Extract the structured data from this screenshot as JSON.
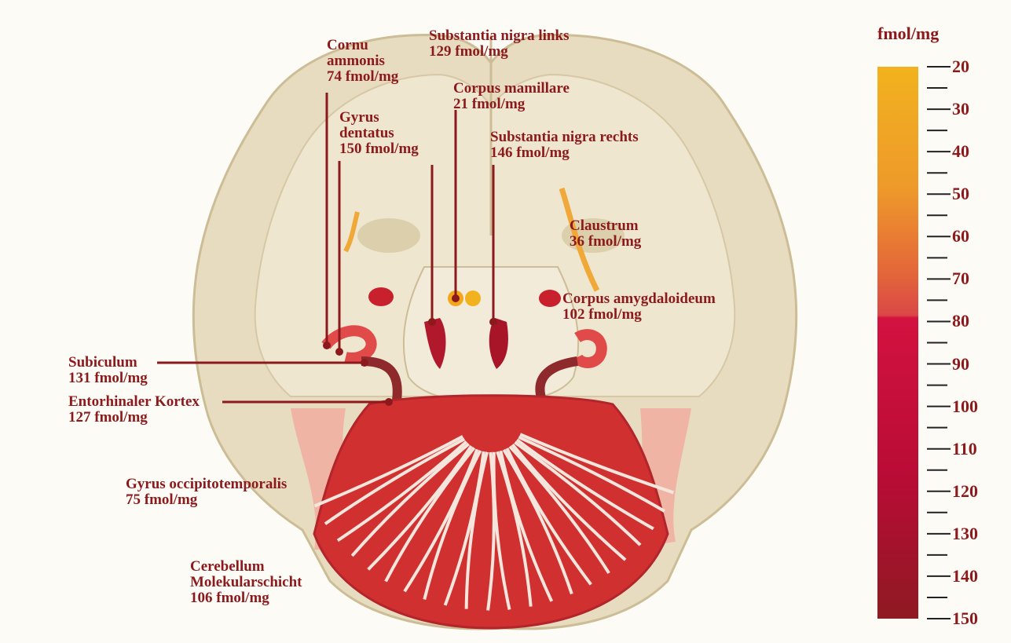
{
  "colors": {
    "label": "#8c1a1c",
    "tissue": "#e8dcc0",
    "tissue_dark": "#cdbd96",
    "binding_low": "#f2b21e",
    "binding_high": "#a01420"
  },
  "labels": [
    {
      "id": "cornu-ammonis",
      "lines": [
        "Cornu",
        "ammonis",
        "74 fmol/mg"
      ]
    },
    {
      "id": "gyrus-dentatus",
      "lines": [
        "Gyrus",
        "dentatus",
        "150 fmol/mg"
      ]
    },
    {
      "id": "substantia-nigra-links",
      "lines": [
        "Substantia nigra links",
        "129 fmol/mg"
      ]
    },
    {
      "id": "corpus-mamillare",
      "lines": [
        "Corpus mamillare",
        "21 fmol/mg"
      ]
    },
    {
      "id": "substantia-nigra-rechts",
      "lines": [
        "Substantia nigra rechts",
        "146 fmol/mg"
      ]
    },
    {
      "id": "claustrum",
      "lines": [
        "Claustrum",
        "36 fmol/mg"
      ]
    },
    {
      "id": "corpus-amygdaloideum",
      "lines": [
        "Corpus amygdaloideum",
        "102 fmol/mg"
      ]
    },
    {
      "id": "subiculum",
      "lines": [
        "Subiculum",
        "131 fmol/mg"
      ]
    },
    {
      "id": "entorhinaler-kortex",
      "lines": [
        "Entorhinaler Kortex",
        "127 fmol/mg"
      ]
    },
    {
      "id": "gyrus-occipitotemporalis",
      "lines": [
        "Gyrus occipitotemporalis",
        "75 fmol/mg"
      ]
    },
    {
      "id": "cerebellum",
      "lines": [
        "Cerebellum",
        "Molekularschicht",
        "106 fmol/mg"
      ]
    }
  ],
  "scale": {
    "unit": "fmol/mg",
    "min": 20,
    "max": 150,
    "labels": [
      "20",
      "30",
      "40",
      "50",
      "60",
      "70",
      "80",
      "90",
      "100",
      "110",
      "120",
      "130",
      "140",
      "150"
    ]
  }
}
